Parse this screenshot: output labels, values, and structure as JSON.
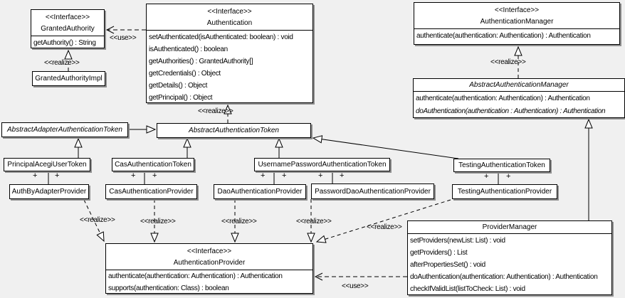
{
  "labels": {
    "use": "<<use>>",
    "realize": "<<realize>>",
    "plus": "+"
  },
  "classes": {
    "granted_authority": {
      "stereotype": "<<Interface>>",
      "name": "GrantedAuthority",
      "members": [
        "getAuthority() : String"
      ]
    },
    "granted_authority_impl": {
      "name": "GrantedAuthorityImpl"
    },
    "authentication": {
      "stereotype": "<<Interface>>",
      "name": "Authentication",
      "members": [
        "setAuthenticated(isAuthenticated: boolean) : void",
        "isAuthenticated() : boolean",
        "getAuthorities() : GrantedAuthority[]",
        "getCredentials() : Object",
        "getDetails() : Object",
        "getPrincipal() : Object"
      ]
    },
    "authentication_manager": {
      "stereotype": "<<Interface>>",
      "name": "AuthenticationManager",
      "members": [
        "authenticate(authentication: Authentication) : Authentication"
      ]
    },
    "abstract_authentication_manager": {
      "name": "AbstractAuthenticationManager",
      "members": [
        "authenticate(authentication: Authentication) : Authentication",
        "doAuthentication(authentication : Authentication) : Authentication"
      ]
    },
    "abstract_adapter_authentication_token": {
      "name": "AbstractAdapterAuthenticationToken"
    },
    "abstract_authentication_token": {
      "name": "AbstractAuthenticationToken"
    },
    "principal_acegi_user_token": {
      "name": "PrincipalAcegiUserToken"
    },
    "cas_authentication_token": {
      "name": "CasAuthenticationToken"
    },
    "username_password_authentication_token": {
      "name": "UsernamePasswordAuthenticationToken"
    },
    "testing_authentication_token": {
      "name": "TestingAuthenticationToken"
    },
    "auth_by_adapter_provider": {
      "name": "AuthByAdapterProvider"
    },
    "cas_authentication_provider": {
      "name": "CasAuthenticationProvider"
    },
    "dao_authentication_provider": {
      "name": "DaoAuthenticationProvider"
    },
    "password_dao_authentication_provider": {
      "name": "PasswordDaoAuthenticationProvider"
    },
    "testing_authentication_provider": {
      "name": "TestingAuthenticationProvider"
    },
    "provider_manager": {
      "name": "ProviderManager",
      "members": [
        "setProviders(newList: List) : void",
        "getProviders() : List",
        "afterPropertiesSet() : void",
        "doAuthentication(authentication: Authentication) : Authentication",
        "checkIfValidList(listToCheck: List) : void"
      ]
    },
    "authentication_provider": {
      "stereotype": "<<Interface>>",
      "name": "AuthenticationProvider",
      "members": [
        "authenticate(authentication: Authentication) : Authentication",
        "supports(authentication: Class) : boolean"
      ]
    }
  }
}
